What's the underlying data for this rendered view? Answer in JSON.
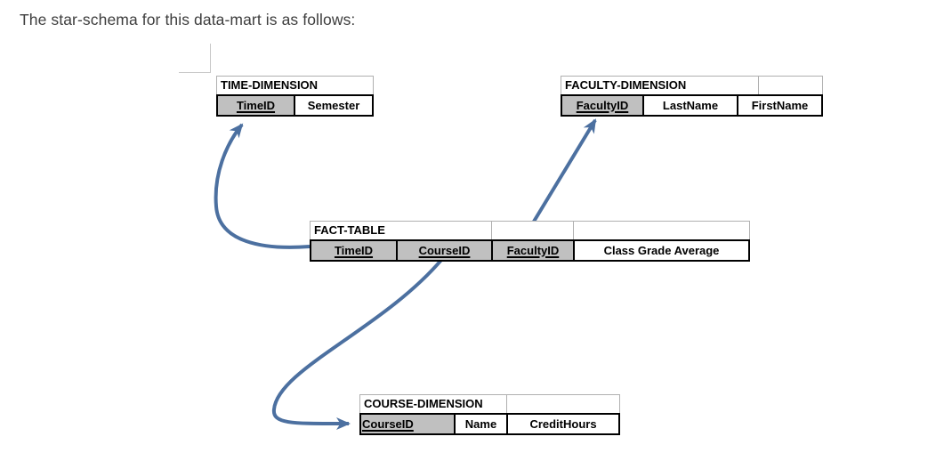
{
  "page": {
    "heading": "The star-schema for this data-mart is as follows:"
  },
  "colors": {
    "arrow": "#4c70a0",
    "key_cell_bg": "#c0c0c0",
    "table_border": "#000000",
    "title_border": "#b0b0b0",
    "heading_text": "#3e3e3e"
  },
  "diagram": {
    "tables": [
      {
        "id": "time-dimension",
        "title": "TIME-DIMENSION",
        "columns": [
          {
            "name": "TimeID",
            "key": true
          },
          {
            "name": "Semester",
            "key": false
          }
        ]
      },
      {
        "id": "faculty-dimension",
        "title": "FACULTY-DIMENSION",
        "columns": [
          {
            "name": "FacultyID",
            "key": true
          },
          {
            "name": "LastName",
            "key": false
          },
          {
            "name": "FirstName",
            "key": false
          }
        ]
      },
      {
        "id": "fact-table",
        "title": "FACT-TABLE",
        "columns": [
          {
            "name": "TimeID",
            "key": true
          },
          {
            "name": "CourseID",
            "key": true
          },
          {
            "name": "FacultyID",
            "key": true
          },
          {
            "name": "Class Grade Average",
            "key": false
          }
        ]
      },
      {
        "id": "course-dimension",
        "title": "COURSE-DIMENSION",
        "columns": [
          {
            "name": "CourseID",
            "key": true
          },
          {
            "name": "Name",
            "key": false
          },
          {
            "name": "CreditHours",
            "key": false
          }
        ]
      }
    ],
    "relationships": [
      {
        "from": "FACT-TABLE.TimeID",
        "to": "TIME-DIMENSION.TimeID"
      },
      {
        "from": "FACT-TABLE.FacultyID",
        "to": "FACULTY-DIMENSION.FacultyID"
      },
      {
        "from": "FACT-TABLE.CourseID",
        "to": "COURSE-DIMENSION.CourseID"
      }
    ]
  }
}
